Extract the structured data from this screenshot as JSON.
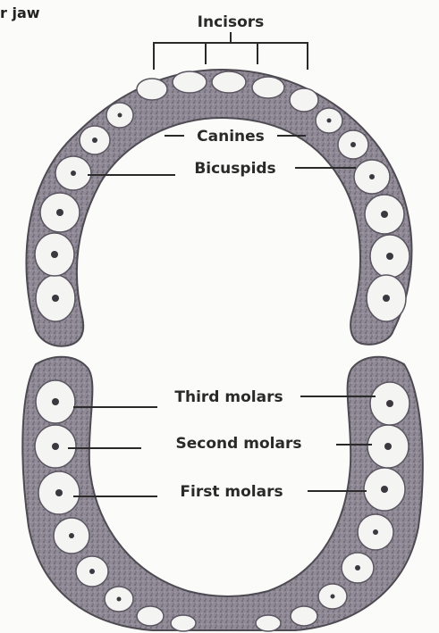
{
  "heading": "r jaw",
  "labels": {
    "incisors": "Incisors",
    "canines": "Canines",
    "bicuspids": "Bicuspids",
    "third_molars": "Third molars",
    "second_molars": "Second molars",
    "first_molars": "First molars"
  },
  "colors": {
    "ink": "#2a2a2a",
    "gum": "#8f8a95",
    "gum_dark": "#6e6874",
    "tooth": "#f4f4f2",
    "paper": "#fbfbf9"
  }
}
